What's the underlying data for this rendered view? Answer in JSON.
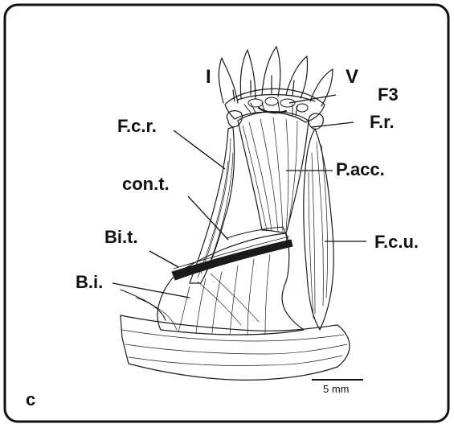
{
  "panel_letter": "c",
  "digits": {
    "first": "I",
    "last": "V"
  },
  "labels": {
    "f3": "F3",
    "fr": "F.r.",
    "fcr": "F.c.r.",
    "pacc": "P.acc.",
    "cont": "con.t.",
    "bit": "Bi.t.",
    "fcu": "F.c.u.",
    "bi": "B.i."
  },
  "scale_bar": {
    "label": "5 mm"
  }
}
